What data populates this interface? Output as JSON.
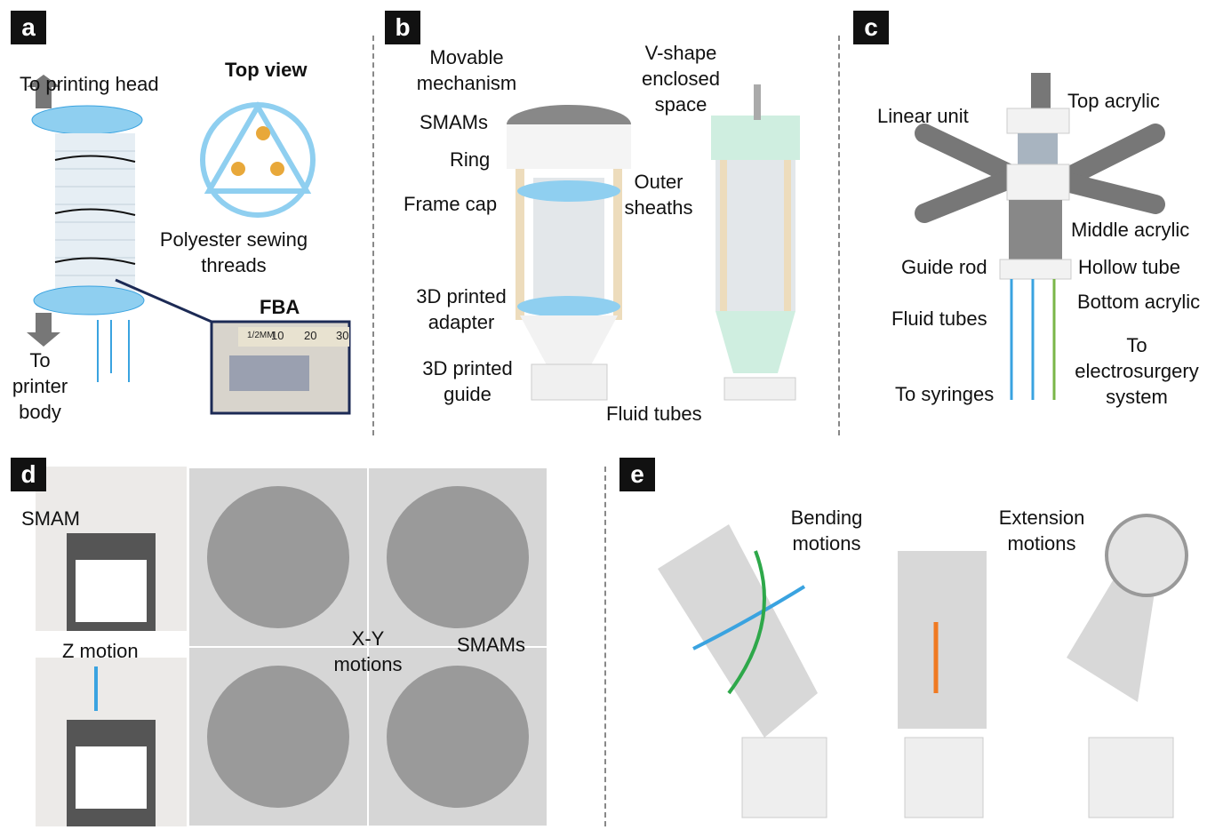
{
  "panels": {
    "a": {
      "badge": "a",
      "to_printing_head": "To printing head",
      "top_view": "Top view",
      "threads_l1": "Polyester sewing",
      "threads_l2": "threads",
      "fba": "FBA",
      "printer_l1": "To",
      "printer_l2": "printer",
      "printer_l3": "body",
      "ruler": [
        "1/2MM",
        "10",
        "20",
        "30"
      ]
    },
    "b": {
      "badge": "b",
      "movable_l1": "Movable",
      "movable_l2": "mechanism",
      "smams": "SMAMs",
      "ring": "Ring",
      "frame_cap": "Frame cap",
      "adapter_l1": "3D printed",
      "adapter_l2": "adapter",
      "guide_l1": "3D printed",
      "guide_l2": "guide",
      "vshape_l1": "V-shape",
      "vshape_l2": "enclosed",
      "vshape_l3": "space",
      "sheaths_l1": "Outer",
      "sheaths_l2": "sheaths",
      "fluid_tubes": "Fluid tubes"
    },
    "c": {
      "badge": "c",
      "linear_unit": "Linear unit",
      "top_acrylic": "Top acrylic",
      "middle_acrylic": "Middle acrylic",
      "guide_rod": "Guide rod",
      "hollow_tube": "Hollow tube",
      "bottom_acrylic": "Bottom acrylic",
      "fluid_tubes": "Fluid tubes",
      "electro_l1": "To",
      "electro_l2": "electrosurgery",
      "electro_l3": "system",
      "to_syringes": "To syringes"
    },
    "d": {
      "badge": "d",
      "smam": "SMAM",
      "z_motion": "Z motion",
      "xy_l1": "X-Y",
      "xy_l2": "motions",
      "smams": "SMAMs"
    },
    "e": {
      "badge": "e",
      "bending_l1": "Bending",
      "bending_l2": "motions",
      "extension_l1": "Extension",
      "extension_l2": "motions"
    }
  },
  "colors": {
    "blue": "#3aa3e0",
    "light_blue": "#8fcff0",
    "orange": "#f07a22",
    "green": "#2ea84a",
    "gray_arrow": "#777777",
    "navy": "#1c2a55"
  }
}
